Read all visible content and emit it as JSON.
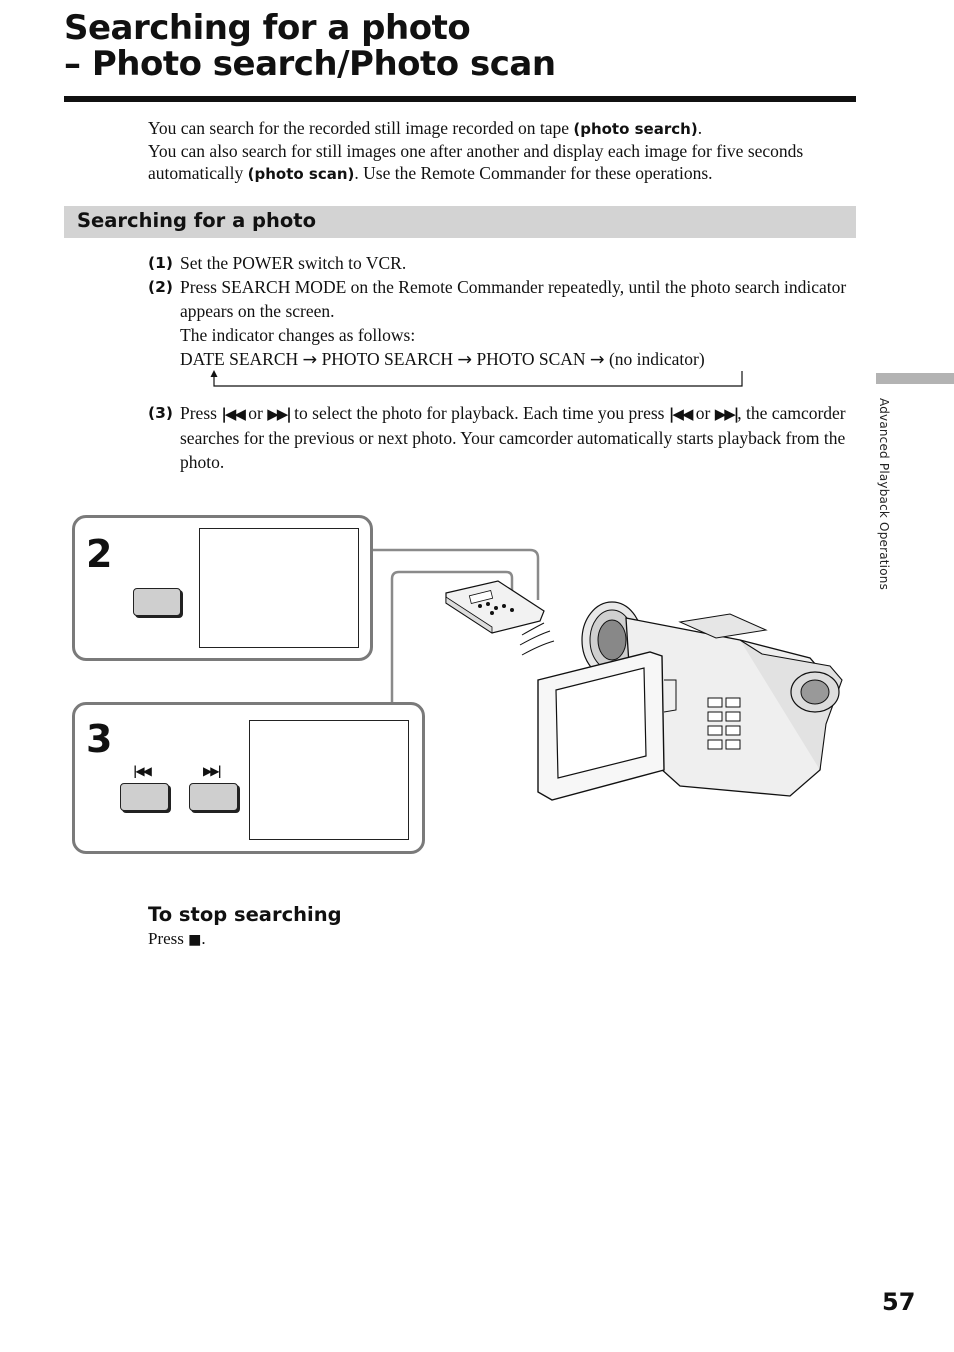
{
  "title": {
    "line1": "Searching for a photo",
    "line2": "– Photo search/Photo scan"
  },
  "intro": {
    "l1_text": "You can search for the recorded still image recorded on tape ",
    "l1_bold": "(photo search)",
    "l1_end": ".",
    "l2_text": "You can also search for still images one after another and display each image for five seconds automatically ",
    "l2_bold": "(photo scan)",
    "l2_end": ". Use the Remote Commander for these operations."
  },
  "section": {
    "heading": "Searching for a photo"
  },
  "steps": {
    "s1": {
      "num": "(1)",
      "text": "Set the POWER switch to VCR."
    },
    "s2": {
      "num": "(2)",
      "text": "Press SEARCH MODE on the Remote Commander repeatedly, until the photo search indicator appears on the screen.",
      "note": "The indicator changes as follows:",
      "seq1": "DATE SEARCH",
      "seq2": "PHOTO SEARCH",
      "seq3": "PHOTO SCAN",
      "seq4": "(no indicator)",
      "arrow": "→"
    },
    "s3": {
      "num": "(3)",
      "t1": "Press ",
      "prev_sym": "|◀◀",
      "t2": " or ",
      "next_sym": "▶▶|",
      "t3": " to select the photo for playback. Each time you press ",
      "t4": " or ",
      "t5": ", the camcorder searches for the previous or next photo. Your camcorder automatically starts playback from the photo."
    }
  },
  "figure": {
    "panel2_num": "2",
    "panel3_num": "3",
    "prev_label": "|◀◀",
    "next_label": "▶▶|"
  },
  "side_tab": {
    "text": "Advanced Playback Operations"
  },
  "stop": {
    "heading": "To stop searching",
    "t1": "Press ",
    "sym": "■",
    "t2": "."
  },
  "page_number": "57"
}
